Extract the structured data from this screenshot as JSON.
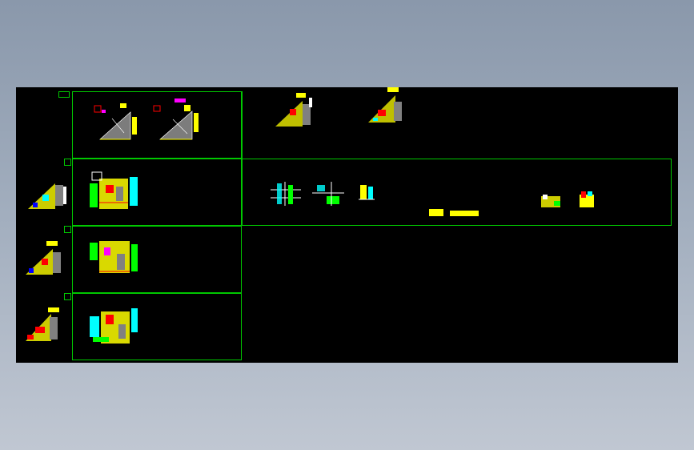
{
  "viewer": {
    "background_top": "#8a98ab",
    "background_bottom": "#c0c7d2",
    "canvas_color": "#000000",
    "frame_color": "#00c800"
  },
  "drawing": {
    "sheets": [
      {
        "id": "sheet-1",
        "plans": [
          "plan-gray-a",
          "plan-gray-b"
        ]
      },
      {
        "id": "sheet-2",
        "plans": [
          "plan-colored-a"
        ]
      },
      {
        "id": "sheet-3",
        "plans": [
          "plan-colored-b"
        ]
      },
      {
        "id": "sheet-4",
        "plans": [
          "plan-colored-c"
        ]
      }
    ],
    "legend_palette": [
      "#ffff00",
      "#ff0000",
      "#00ffff",
      "#00ff00",
      "#ff00ff",
      "#ffffff",
      "#808080"
    ]
  }
}
